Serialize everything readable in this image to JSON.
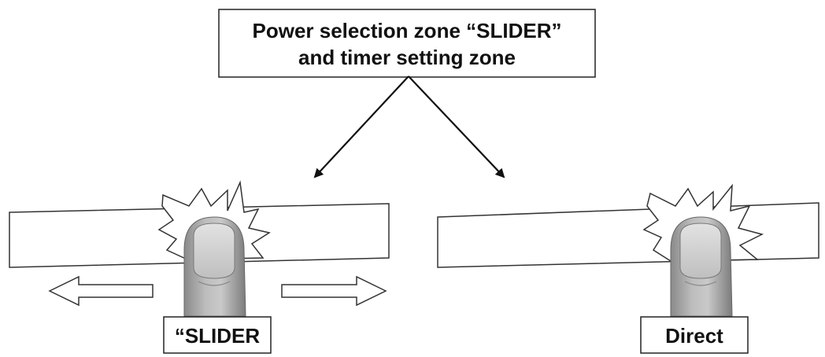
{
  "title_box": {
    "line1": "Power selection zone “SLIDER”",
    "line2": "and timer setting zone"
  },
  "left_panel": {
    "label": "“SLIDER",
    "gesture": "slide"
  },
  "right_panel": {
    "label": "Direct",
    "gesture": "tap"
  },
  "icons": {
    "finger": "finger-icon",
    "touch_burst": "touch-burst-icon",
    "arrow_left": "arrow-left-icon",
    "arrow_right": "arrow-right-icon"
  }
}
